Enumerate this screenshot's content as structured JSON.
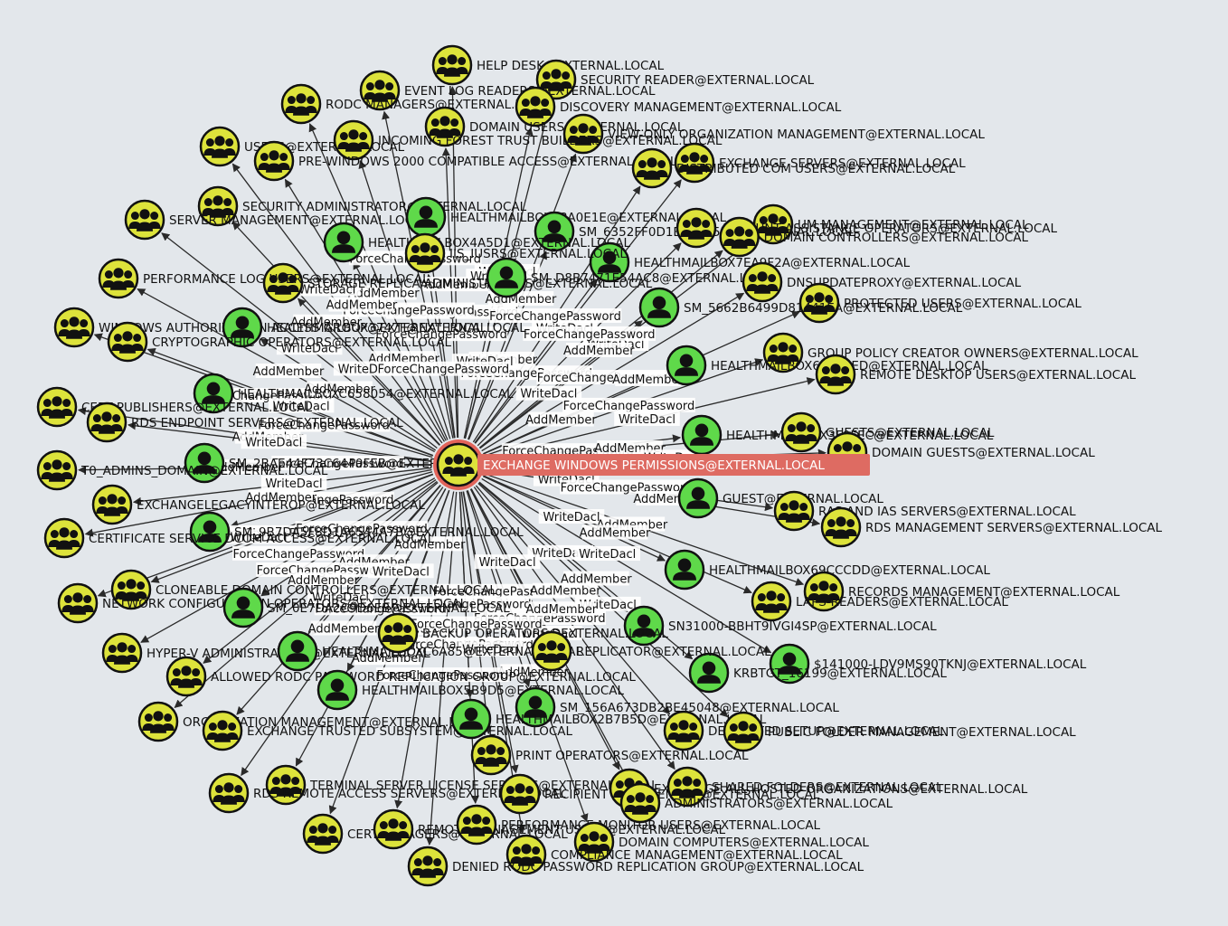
{
  "colors": {
    "background": "#e3e7eb",
    "group_fill": "#dde33b",
    "user_fill": "#5fd94a",
    "node_stroke": "#111111",
    "center_ring": "#e2645a",
    "center_label_bg": "#de6b62",
    "edge": "#2a2a2a"
  },
  "icons": {
    "group": "group-icon",
    "user": "user-icon"
  },
  "edge_label_types": [
    "AddMember",
    "WriteDacl",
    "ForceChangePassword"
  ],
  "center_node": {
    "label": "EXCHANGE WINDOWS PERMISSIONS@EXTERNAL.LOCAL",
    "type": "group"
  },
  "nodes": [
    {
      "label": "HELP DESK@EXTERNAL.LOCAL",
      "type": "group"
    },
    {
      "label": "SECURITY READER@EXTERNAL.LOCAL",
      "type": "group"
    },
    {
      "label": "EVENT LOG READERS@EXTERNAL.LOCAL",
      "type": "group"
    },
    {
      "label": "RODC MANAGERS@EXTERNAL.LOCAL",
      "type": "group"
    },
    {
      "label": "DISCOVERY MANAGEMENT@EXTERNAL.LOCAL",
      "type": "group"
    },
    {
      "label": "DOMAIN USERS@EXTERNAL.LOCAL",
      "type": "group"
    },
    {
      "label": "VIEW-ONLY ORGANIZATION MANAGEMENT@EXTERNAL.LOCAL",
      "type": "group"
    },
    {
      "label": "USERS@EXTERNAL.LOCAL",
      "type": "group"
    },
    {
      "label": "INCOMING FOREST TRUST BUILDERS@EXTERNAL.LOCAL",
      "type": "group"
    },
    {
      "label": "PRE-WINDOWS 2000 COMPATIBLE ACCESS@EXTERNAL.LOCAL",
      "type": "group"
    },
    {
      "label": "EXCHANGE SERVERS@EXTERNAL.LOCAL",
      "type": "group"
    },
    {
      "label": "DISTRIBUTED COM USERS@EXTERNAL.LOCAL",
      "type": "group"
    },
    {
      "label": "SECURITY ADMINISTRATOR@EXTERNAL.LOCAL",
      "type": "group"
    },
    {
      "label": "SERVER MANAGEMENT@EXTERNAL.LOCAL",
      "type": "group"
    },
    {
      "label": "HEALTHMAILBOXC8A0E1E@EXTERNAL.LOCAL",
      "type": "user"
    },
    {
      "label": "SM_6352FF0D1EB4435E9@EXTERNAL.LOCAL",
      "type": "user"
    },
    {
      "label": "UM MANAGEMENT@EXTERNAL.LOCAL",
      "type": "group"
    },
    {
      "label": "ACCOUNT ASSISTANCE OPERATORS@EXTERNAL.LOCAL",
      "type": "group"
    },
    {
      "label": "HEALTHMAILBOX4A5D1@EXTERNAL.LOCAL",
      "type": "user"
    },
    {
      "label": "STORAGE REPLICA ADMINISTRATORS@EXTERNAL.LOCAL",
      "type": "group"
    },
    {
      "label": "HEALTHMAILBOX7EA9F2A@EXTERNAL.LOCAL",
      "type": "user"
    },
    {
      "label": "PERFORMANCE LOG USERS@EXTERNAL.LOCAL",
      "type": "group"
    },
    {
      "label": "SM_D8B7471E54AC8@EXTERNAL.LOCAL",
      "type": "user"
    },
    {
      "label": "DNSUPDATEPROXY@EXTERNAL.LOCAL",
      "type": "group"
    },
    {
      "label": "PROTECTED USERS@EXTERNAL.LOCAL",
      "type": "group"
    },
    {
      "label": "SM_5662B6499D81441EA@EXTERNAL.LOCAL",
      "type": "user"
    },
    {
      "label": "WINDOWS AUTHORIZATION ACCESS GROUP@EXTERNAL.LOCAL",
      "type": "group"
    },
    {
      "label": "HEALTHMAILBOX3747F@EXTERNAL.LOCAL",
      "type": "user"
    },
    {
      "label": "CRYPTOGRAPHIC OPERATORS@EXTERNAL.LOCAL",
      "type": "group"
    },
    {
      "label": "GROUP POLICY CREATOR OWNERS@EXTERNAL.LOCAL",
      "type": "group"
    },
    {
      "label": "HEALTHMAILBOX64077ED@EXTERNAL.LOCAL",
      "type": "user"
    },
    {
      "label": "REMOTE DESKTOP USERS@EXTERNAL.LOCAL",
      "type": "group"
    },
    {
      "label": "HEALTHMAILBOXC658054@EXTERNAL.LOCAL",
      "type": "user"
    },
    {
      "label": "CERT PUBLISHERS@EXTERNAL.LOCAL",
      "type": "group"
    },
    {
      "label": "RDS ENDPOINT SERVERS@EXTERNAL.LOCAL",
      "type": "group"
    },
    {
      "label": "HEALTHMAILBOX3F0FEC@EXTERNAL.LOCAL",
      "type": "user"
    },
    {
      "label": "GUESTS@EXTERNAL.LOCAL",
      "type": "group"
    },
    {
      "label": "DOMAIN GUESTS@EXTERNAL.LOCAL",
      "type": "group"
    },
    {
      "label": "SM_2BAE44F73C6440FEB@EXTERNAL.LOCAL",
      "type": "user"
    },
    {
      "label": "T0_ADMINS_DOMAIN@EXTERNAL.LOCAL",
      "type": "group"
    },
    {
      "label": "GUEST@EXTERNAL.LOCAL",
      "type": "user"
    },
    {
      "label": "RAS AND IAS SERVERS@EXTERNAL.LOCAL",
      "type": "group"
    },
    {
      "label": "RDS MANAGEMENT SERVERS@EXTERNAL.LOCAL",
      "type": "group"
    },
    {
      "label": "EXCHANGELEGACYINTEROP@EXTERNAL.LOCAL",
      "type": "group"
    },
    {
      "label": "SM_9B7DA5F8D1A6544A7B@EXTERNAL.LOCAL",
      "type": "user"
    },
    {
      "label": "CERTIFICATE SERVICE DCOM ACCESS@EXTERNAL.LOCAL",
      "type": "group"
    },
    {
      "label": "HEALTHMAILBOX69CCCDD@EXTERNAL.LOCAL",
      "type": "user"
    },
    {
      "label": "CLONEABLE DOMAIN CONTROLLERS@EXTERNAL.LOCAL",
      "type": "group"
    },
    {
      "label": "RECORDS MANAGEMENT@EXTERNAL.LOCAL",
      "type": "group"
    },
    {
      "label": "NETWORK CONFIGURATION OPERATORS@EXTERNAL.LOCAL",
      "type": "group"
    },
    {
      "label": "SM_0E7DA2C9D6EB@EXTERNAL.LOCAL",
      "type": "user"
    },
    {
      "label": "LAPS-READERS@EXTERNAL.LOCAL",
      "type": "group"
    },
    {
      "label": "SN31000-BBHT9IVGI4SP@EXTERNAL.LOCAL",
      "type": "user"
    },
    {
      "label": "HYPER-V ADMINISTRATORS@EXTERNAL.LOCAL",
      "type": "group"
    },
    {
      "label": "HEALTHMAILBOXC6A85@EXTERNAL.LOCAL",
      "type": "user"
    },
    {
      "label": "$141000-LDV9MS90TKNJ@EXTERNAL.LOCAL",
      "type": "user"
    },
    {
      "label": "ALLOWED RODC PASSWORD REPLICATION GROUP@EXTERNAL.LOCAL",
      "type": "group"
    },
    {
      "label": "KRBTGT_16199@EXTERNAL.LOCAL",
      "type": "user"
    },
    {
      "label": "HEALTHMAILBOX5B9D5@EXTERNAL.LOCAL",
      "type": "user"
    },
    {
      "label": "SM_156A673DB2BE45048@EXTERNAL.LOCAL",
      "type": "user"
    },
    {
      "label": "ORGANIZATION MANAGEMENT@EXTERNAL.LOCAL",
      "type": "group"
    },
    {
      "label": "EXCHANGE TRUSTED SUBSYSTEM@EXTERNAL.LOCAL",
      "type": "group"
    },
    {
      "label": "HEALTHMAILBOX2B7B5D@EXTERNAL.LOCAL",
      "type": "user"
    },
    {
      "label": "DELEGATED SETUP@EXTERNAL.LOCAL",
      "type": "group"
    },
    {
      "label": "PUBLIC FOLDER MANAGEMENT@EXTERNAL.LOCAL",
      "type": "group"
    },
    {
      "label": "TERMINAL SERVER LICENSE SERVERS@EXTERNAL.LOCAL",
      "type": "group"
    },
    {
      "label": "RDS REMOTE ACCESS SERVERS@EXTERNAL.LOCAL",
      "type": "group"
    },
    {
      "label": "RECIPIENT MANAGEMENT@EXTERNAL.LOCAL",
      "type": "group"
    },
    {
      "label": "EXCHANGE ALL HOSTED ORGANIZATIONS@EXTERNAL.LOCAL",
      "type": "group"
    },
    {
      "label": "CERTMANAGERS@EXTERNAL.LOCAL",
      "type": "group"
    },
    {
      "label": "REMOTE MANAGEMENT USERS@EXTERNAL.LOCAL",
      "type": "group"
    },
    {
      "label": "PERFORMANCE MONITOR USERS@EXTERNAL.LOCAL",
      "type": "group"
    },
    {
      "label": "DOMAIN COMPUTERS@EXTERNAL.LOCAL",
      "type": "group"
    },
    {
      "label": "COMPLIANCE MANAGEMENT@EXTERNAL.LOCAL",
      "type": "group"
    },
    {
      "label": "DENIED RODC PASSWORD REPLICATION GROUP@EXTERNAL.LOCAL",
      "type": "group"
    },
    {
      "label": "SHARED FOLDERS@EXTERNAL.LOCAL",
      "type": "group"
    },
    {
      "label": "ADMINISTRATORS@EXTERNAL.LOCAL",
      "type": "group"
    },
    {
      "label": "PRINT OPERATORS@EXTERNAL.LOCAL",
      "type": "group"
    },
    {
      "label": "BACKUP OPERATORS@EXTERNAL.LOCAL",
      "type": "group"
    },
    {
      "label": "REPLICATOR@EXTERNAL.LOCAL",
      "type": "group"
    },
    {
      "label": "IIS_IUSRS@EXTERNAL.LOCAL",
      "type": "group"
    },
    {
      "label": "DOMAIN CONTROLLERS@EXTERNAL.LOCAL",
      "type": "group"
    }
  ]
}
